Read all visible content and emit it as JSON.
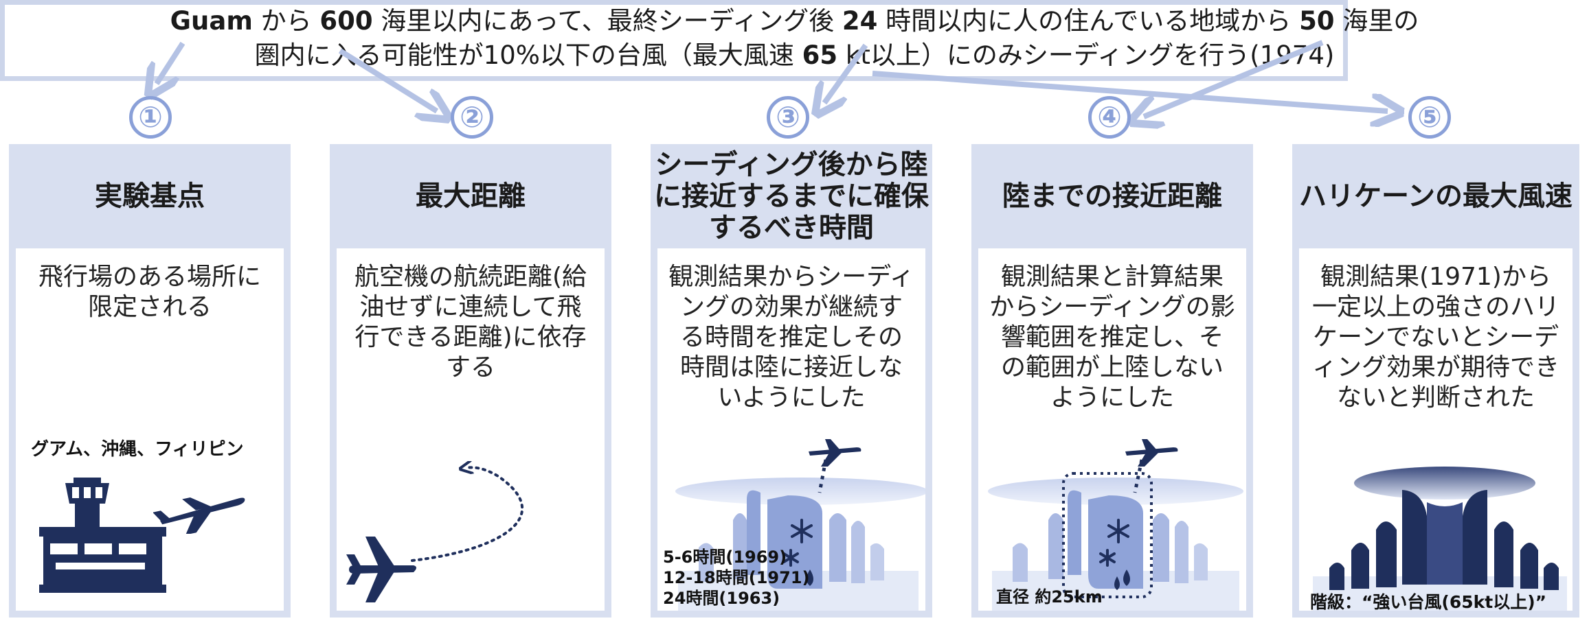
{
  "header": {
    "line1": [
      {
        "text": "Guam",
        "bold": true
      },
      {
        "text": " から ",
        "bold": false
      },
      {
        "text": "600",
        "bold": true
      },
      {
        "text": " 海里以内にあって、最終シーディング後 ",
        "bold": false
      },
      {
        "text": "24",
        "bold": true
      },
      {
        "text": " 時間以内に人の住んでいる地域から ",
        "bold": false
      },
      {
        "text": "50",
        "bold": true
      },
      {
        "text": " 海里の",
        "bold": false
      }
    ],
    "line2": [
      {
        "text": "圏内に入る可能性が10%以下の台風（最大風速 ",
        "bold": false
      },
      {
        "text": "65",
        "bold": true
      },
      {
        "text": " kt以上）にのみシーディングを行う(1974)",
        "bold": false
      }
    ]
  },
  "colors": {
    "header_border": "#ccd5ea",
    "arrow": "#b4c2e4",
    "circle": "#8aa0d8",
    "column_bg": "#d8dff0",
    "navy": "#1f2f5c",
    "cloud": "#8fa3d8"
  },
  "columns": [
    {
      "number": "①",
      "title": "実験基点",
      "body": "飛行場のある場所に限定される",
      "label": "グアム、沖縄、フィリピン",
      "icons": [
        "control-tower-icon",
        "airplane-icon"
      ]
    },
    {
      "number": "②",
      "title": "最大距離",
      "body": "航空機の航続距離(給油せずに連続して飛行できる距離)に依存する",
      "icons": [
        "airplane-icon",
        "flight-path-icon"
      ]
    },
    {
      "number": "③",
      "title": "シーディング後から陸に接近するまでに確保するべき時間",
      "body": "観測結果からシーディングの効果が継続する時間を推定しその時間は陸に接近しないようにした",
      "label_lines": [
        "5-6時間(1969)",
        "12-18時間(1971)",
        "24時間(1963)"
      ],
      "icons": [
        "airplane-icon",
        "cloud-icon",
        "snowflake-icon",
        "raindrop-icon"
      ]
    },
    {
      "number": "④",
      "title": "陸までの接近距離",
      "body": "観測結果と計算結果からシーディングの影響範囲を推定し、その範囲が上陸しないようにした",
      "label": "直径 約25km",
      "icons": [
        "airplane-icon",
        "cloud-icon",
        "snowflake-icon",
        "raindrop-icon"
      ]
    },
    {
      "number": "⑤",
      "title": "ハリケーンの最大風速",
      "body": "観測結果(1971)から一定以上の強さのハリケーンでないとシーディング効果が期待できないと判断された",
      "label": "階級：“強い台風(65kt以上)”",
      "icons": [
        "hurricane-eye-icon"
      ]
    }
  ]
}
